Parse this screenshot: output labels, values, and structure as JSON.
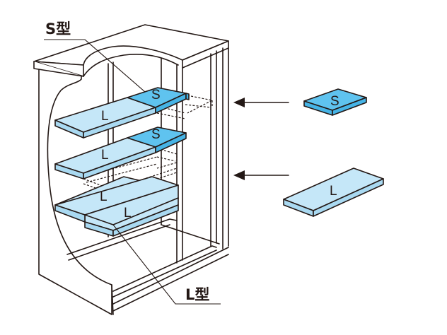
{
  "diagram": {
    "callouts": {
      "s_type": "S型",
      "l_type": "L型"
    },
    "shelf_labels": {
      "upper_l": "L",
      "upper_s": "S",
      "middle_l": "L",
      "middle_s": "S",
      "lower_dashed_l": "L",
      "lower_front_l": "L"
    },
    "loose_parts": {
      "s_panel": "S",
      "l_panel": "L"
    },
    "arrows": [
      {
        "direction": "left",
        "target": "s-slot"
      },
      {
        "direction": "left",
        "target": "l-slot"
      }
    ],
    "colors": {
      "l_panel": "#c5e7f8",
      "s_panel": "#5fc3ef",
      "line": "#231815"
    }
  }
}
